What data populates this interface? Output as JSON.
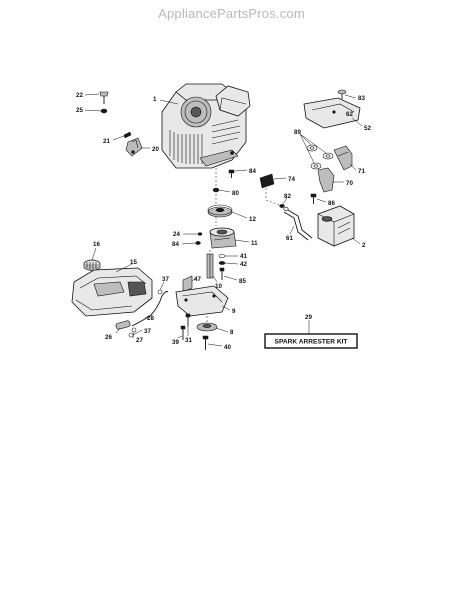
{
  "header": {
    "watermark": "AppliancePartsPros.com"
  },
  "diagram": {
    "callouts": [
      "1",
      "2",
      "8",
      "9",
      "10",
      "11",
      "12",
      "15",
      "16",
      "20",
      "21",
      "22",
      "24",
      "25",
      "26",
      "27",
      "28",
      "29",
      "31",
      "37",
      "37",
      "39",
      "40",
      "41",
      "42",
      "47",
      "52",
      "61",
      "62",
      "70",
      "71",
      "74",
      "80",
      "82",
      "83",
      "84",
      "84",
      "85",
      "86",
      "89"
    ],
    "kit_label": "SPARK ARRESTER KIT"
  }
}
